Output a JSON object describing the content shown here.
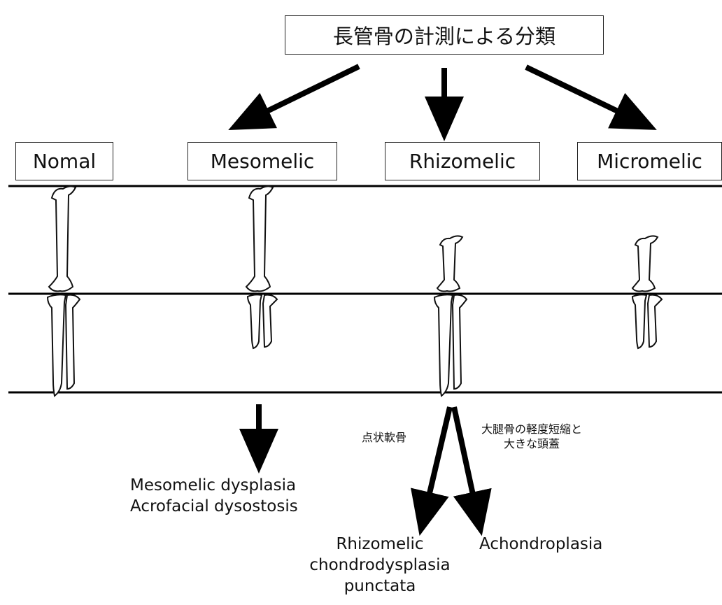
{
  "title": "長管骨の計測による分類",
  "categories": [
    "Nomal",
    "Mesomelic",
    "Rhizomelic",
    "Micromelic"
  ],
  "mesomelic_outcomes": [
    "Mesomelic dysplasia",
    "Acrofacial dysostosis"
  ],
  "rhizomelic_branches": {
    "left_note": "点状軟骨",
    "right_note_line1": "大腿骨の軽度短縮と",
    "right_note_line2": "大きな頭蓋",
    "left_outcome": [
      "Rhizomelic",
      "chondrodysplasia",
      "punctata"
    ],
    "right_outcome": "Achondroplasia"
  }
}
